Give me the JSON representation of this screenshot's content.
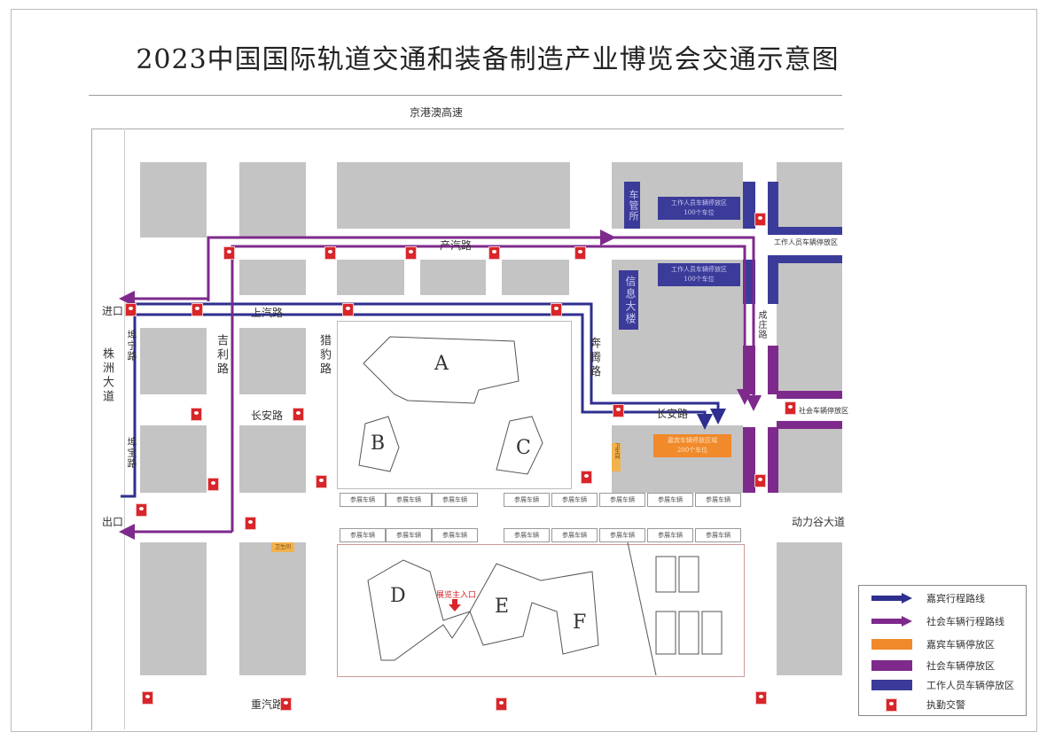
{
  "title": "2023中国国际轨道交通和装备制造产业博览会交通示意图",
  "roads": {
    "highway": "京港澳高速",
    "chanqi": "产汽路",
    "shangqi": "上汽路",
    "changan": "长安路",
    "changan_east": "长安路",
    "liebao": "猎豹路",
    "jili": "吉利路",
    "zhuzhou": "株洲大道",
    "bunning": "埠宁路",
    "bubao": "埠宝路",
    "benteng": "奔腾路",
    "chengzhuang": "成庄路",
    "dongligu": "动力谷大道",
    "zhongqi": "重汽路"
  },
  "entrances": {
    "in": "进口",
    "out": "出口",
    "main_entrance": "展览主入口"
  },
  "buildings": {
    "cheguansuo": "车管所",
    "xinxi": "信息大楼",
    "toilet1": "卫生间",
    "toilet2": "卫生间"
  },
  "halls": [
    "A",
    "B",
    "C",
    "D",
    "E",
    "F"
  ],
  "parking": {
    "staff1": "工作人员车辆停放区",
    "staff1_count": "100个车位",
    "staff2": "工作人员车辆停放区",
    "staff2_count": "100个车位",
    "staff_side": "工作人员车辆停放区",
    "guest": "嘉宾车辆停放区域",
    "guest_count": "200个车位",
    "public_side": "社会车辆停放区",
    "exhibitor_slot": "参展车辆"
  },
  "legend": {
    "items": [
      {
        "label": "嘉宾行程路线",
        "color": "#2e2f8f"
      },
      {
        "label": "社会车辆行程路线",
        "color": "#7e2a8c"
      },
      {
        "label": "嘉宾车辆停放区",
        "color": "#f08a2a"
      },
      {
        "label": "社会车辆停放区",
        "color": "#7e2a8c"
      },
      {
        "label": "工作人员车辆停放区",
        "color": "#3b3b9a"
      },
      {
        "label": "执勤交警",
        "color": "#d8262a"
      }
    ]
  }
}
